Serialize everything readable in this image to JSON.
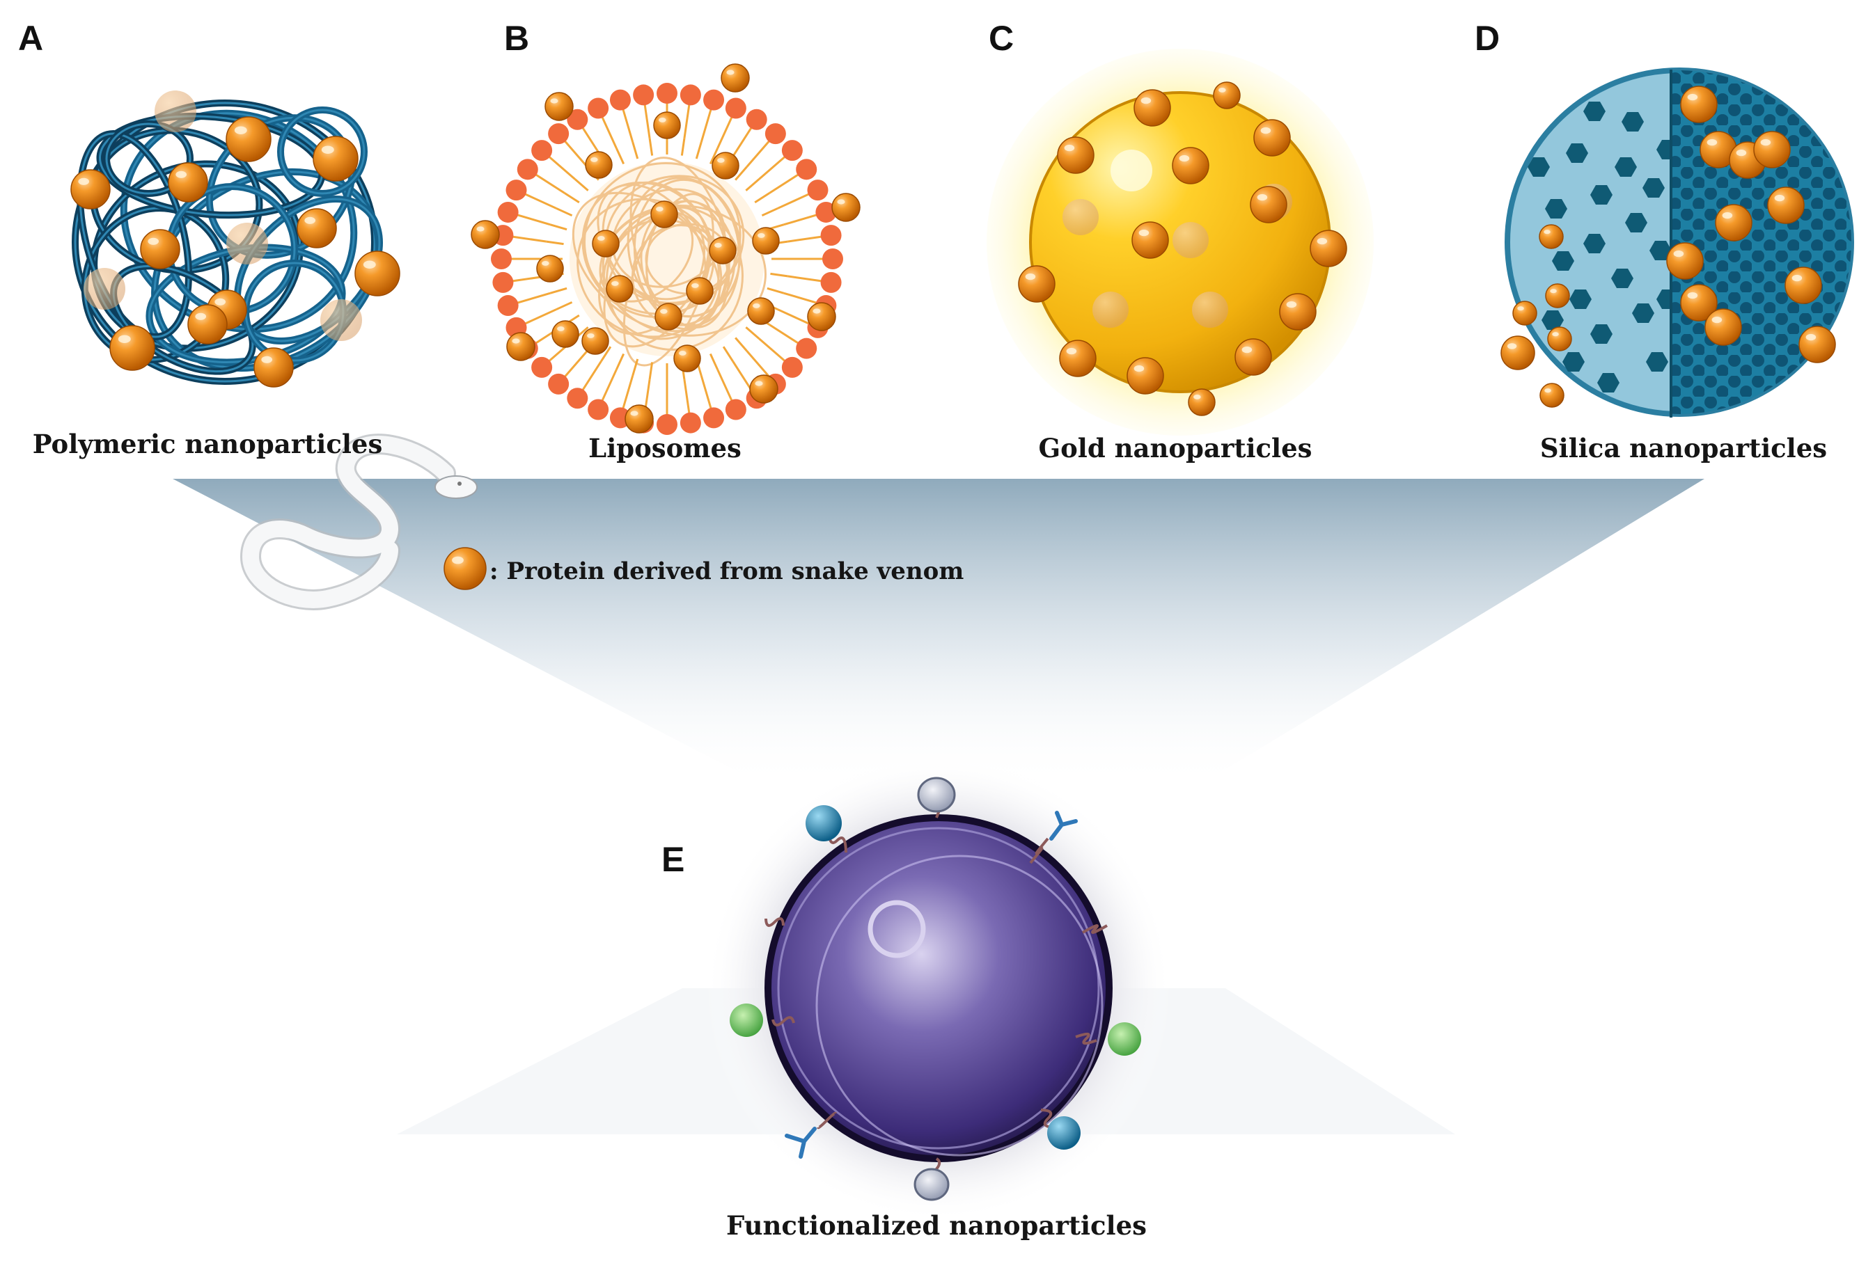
{
  "panels": [
    {
      "letter": "A",
      "caption": "Polymeric nanoparticles"
    },
    {
      "letter": "B",
      "caption": "Liposomes"
    },
    {
      "letter": "C",
      "caption": "Gold nanoparticles"
    },
    {
      "letter": "D",
      "caption": "Silica nanoparticles"
    },
    {
      "letter": "E",
      "caption": "Functionalized nanoparticles"
    }
  ],
  "legend": {
    "text": ": Protein derived from snake venom",
    "icon": "orange-protein-sphere"
  },
  "colors": {
    "protein": "#f08c14",
    "polymer": "#1b5f86",
    "lipid_head": "#f06a3c",
    "lipid_tail": "#f3a83a",
    "gold": "#f5bc14",
    "silica": "#8fc4d8",
    "functional_core": "#4a3a8c",
    "funnel": "#a9bfce"
  },
  "icons": [
    "snake-illustration",
    "antibody-icon",
    "ligand-sphere-icon",
    "green-peptide-icon",
    "grey-disc-icon"
  ]
}
